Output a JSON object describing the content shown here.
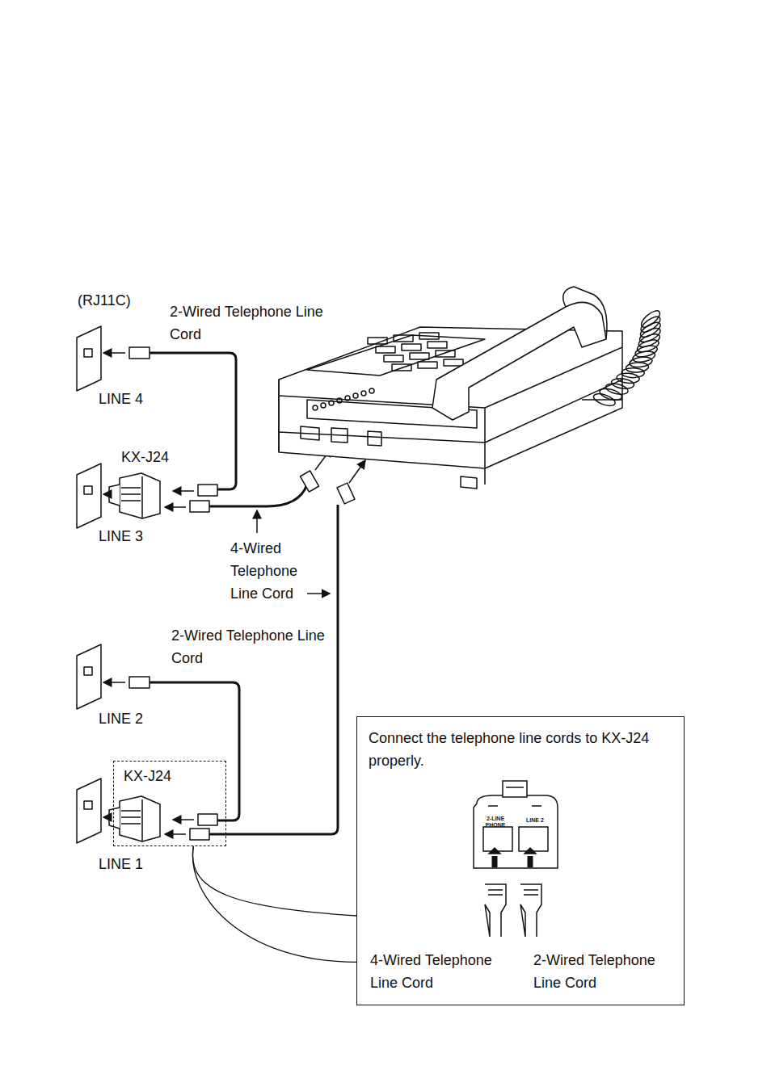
{
  "diagram": {
    "nodes": [
      {
        "text": [
          "KX-J24"
        ]
      },
      {
        "text": [
          "Connect the telephone line cords to KX-J24 properly.",
          "2-LINE PHONE",
          "LINE 2",
          "4-Wired Telephone Line Cord",
          "2-Wired Telephone Line Cord"
        ]
      }
    ],
    "edges": [
      {
        "from": 0,
        "to": 1,
        "arrow": "none"
      },
      {
        "from": 0,
        "to": 1,
        "arrow": "none"
      }
    ],
    "labels": [
      "(RJ11C)",
      "2-Wired Telephone Line Cord",
      "LINE 4",
      "KX-J24",
      "LINE 3",
      "4-Wired Telephone Line Cord",
      "2-Wired Telephone Line Cord",
      "LINE 2",
      "LINE 1"
    ]
  }
}
